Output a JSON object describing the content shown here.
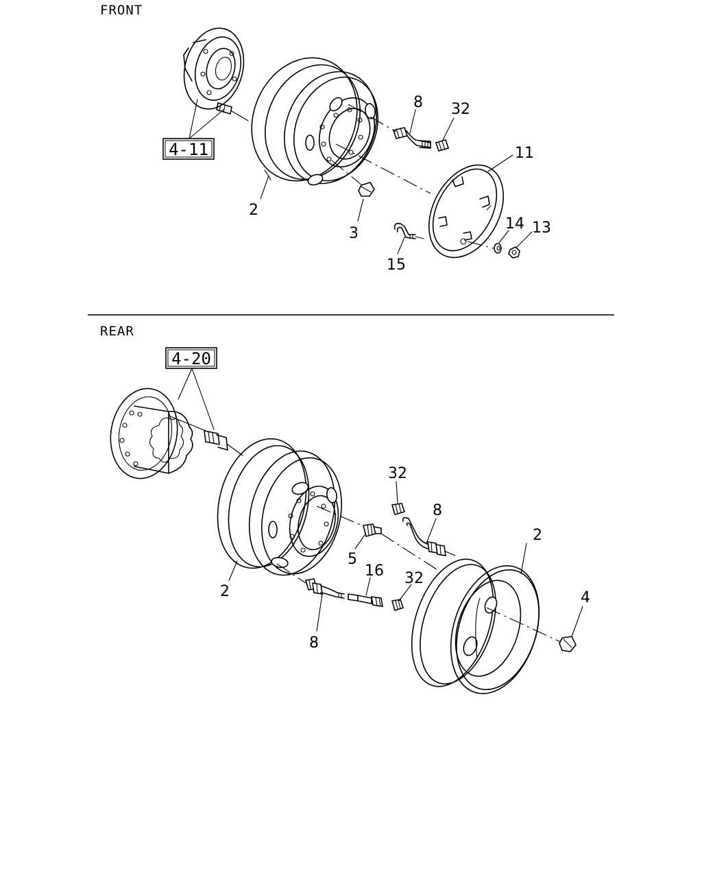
{
  "sections": {
    "front": {
      "title": "FRONT"
    },
    "rear": {
      "title": "REAR"
    }
  },
  "refs": {
    "front_hub": "4-11",
    "rear_hub": "4-20"
  },
  "callouts": {
    "front": {
      "wheel": "2",
      "nut": "3",
      "valve_extension": "8",
      "valve_cap": "32",
      "wheel_cover": "11",
      "washer": "14",
      "cover_nut": "13",
      "cover_valve": "15"
    },
    "rear": {
      "inner_wheel": "2",
      "outer_wheel": "2",
      "inner_nut": "5",
      "outer_nut": "4",
      "valve_extension_upper": "8",
      "valve_extension_lower": "8",
      "valve_cap_upper": "32",
      "valve_cap_lower": "32",
      "valve_adapter": "16"
    }
  }
}
